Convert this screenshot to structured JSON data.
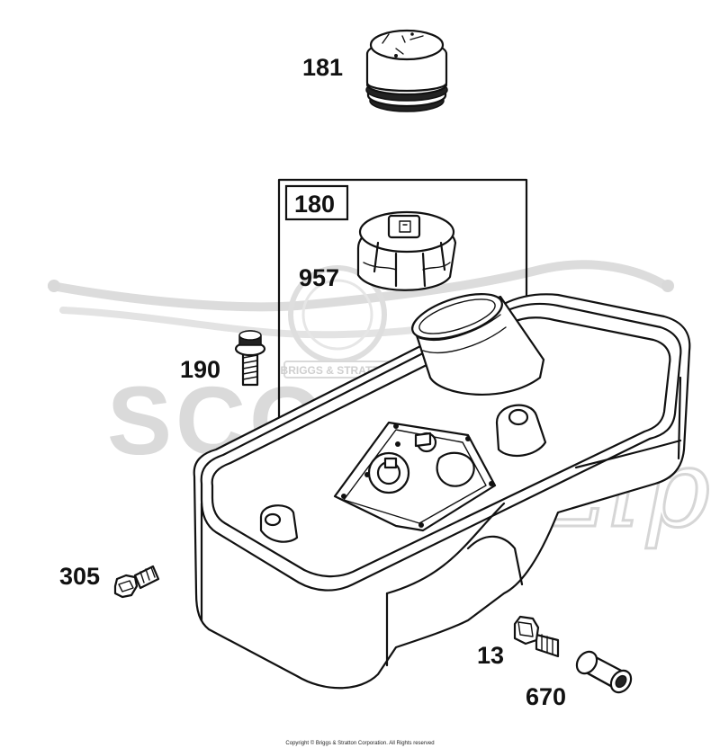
{
  "diagram": {
    "parts": [
      {
        "id": "181",
        "label": "181",
        "description_visible": false
      },
      {
        "id": "180",
        "label": "180"
      },
      {
        "id": "957",
        "label": "957"
      },
      {
        "id": "190",
        "label": "190"
      },
      {
        "id": "305",
        "label": "305"
      },
      {
        "id": "13",
        "label": "13"
      },
      {
        "id": "670",
        "label": "670"
      }
    ],
    "watermark": {
      "main": "SCOOTER",
      "script": "Zip",
      "badge": "BRIGGS & STRATTON",
      "color": "#d9d9d9"
    },
    "copyright": "Copyright © Briggs & Stratton Corporation. All Rights reserved"
  }
}
